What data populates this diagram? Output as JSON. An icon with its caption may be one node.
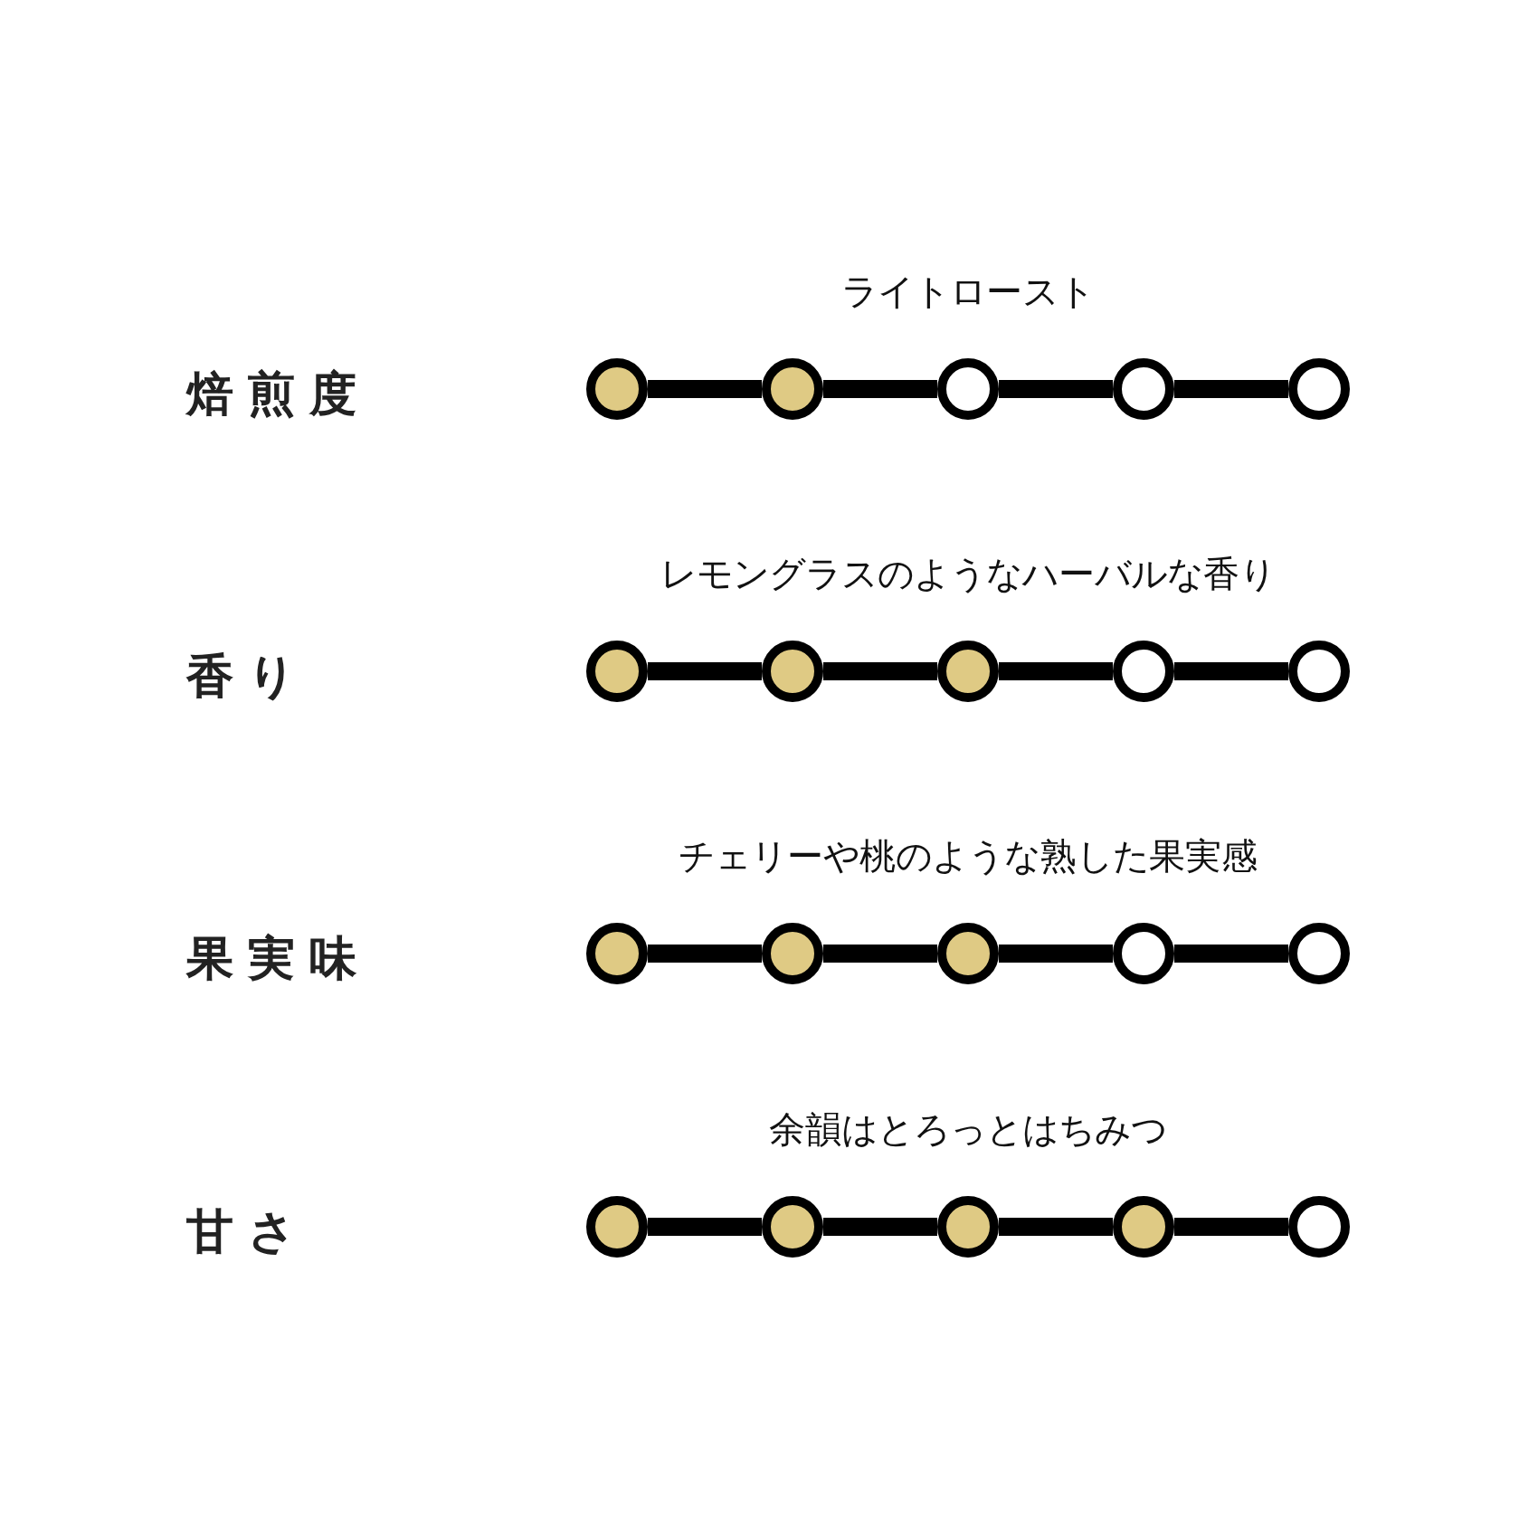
{
  "diagram": {
    "nodes": [
      {
        "text": [],
        "shape": "dot"
      },
      {
        "text": [],
        "shape": "dot"
      },
      {
        "text": [],
        "shape": "circle"
      },
      {
        "text": [],
        "shape": "circle"
      },
      {
        "text": [],
        "shape": "circle"
      },
      {
        "text": [],
        "shape": "dot"
      },
      {
        "text": [],
        "shape": "dot"
      },
      {
        "text": [],
        "shape": "dot"
      },
      {
        "text": [],
        "shape": "circle"
      },
      {
        "text": [],
        "shape": "circle"
      },
      {
        "text": [],
        "shape": "dot"
      },
      {
        "text": [],
        "shape": "dot"
      },
      {
        "text": [],
        "shape": "dot"
      },
      {
        "text": [],
        "shape": "circle"
      },
      {
        "text": [],
        "shape": "circle"
      },
      {
        "text": [],
        "shape": "dot"
      },
      {
        "text": [],
        "shape": "dot"
      },
      {
        "text": [],
        "shape": "dot"
      },
      {
        "text": [],
        "shape": "dot"
      },
      {
        "text": [],
        "shape": "circle"
      }
    ],
    "edges": [
      {
        "from": 0,
        "to": 1,
        "arrow": "none"
      },
      {
        "from": 1,
        "to": 2,
        "arrow": "none"
      },
      {
        "from": 2,
        "to": 3,
        "arrow": "none"
      },
      {
        "from": 3,
        "to": 4,
        "arrow": "none"
      },
      {
        "from": 5,
        "to": 6,
        "arrow": "none"
      },
      {
        "from": 6,
        "to": 7,
        "arrow": "none"
      },
      {
        "from": 7,
        "to": 8,
        "arrow": "none"
      },
      {
        "from": 8,
        "to": 9,
        "arrow": "none"
      },
      {
        "from": 10,
        "to": 11,
        "arrow": "none"
      },
      {
        "from": 11,
        "to": 12,
        "arrow": "none"
      },
      {
        "from": 12,
        "to": 13,
        "arrow": "none"
      },
      {
        "from": 13,
        "to": 14,
        "arrow": "none"
      },
      {
        "from": 15,
        "to": 16,
        "arrow": "none"
      },
      {
        "from": 16,
        "to": 17,
        "arrow": "none"
      },
      {
        "from": 17,
        "to": 18,
        "arrow": "none"
      },
      {
        "from": 18,
        "to": 19,
        "arrow": "none"
      }
    ],
    "labels": [
      "ライトロースト",
      "焙煎度",
      "レモングラスのようなハーバルな香り",
      "香り",
      "チェリーや桃のような熟した果実感",
      "果実味",
      "余韻はとろっとはちみつ",
      "甘さ"
    ]
  }
}
